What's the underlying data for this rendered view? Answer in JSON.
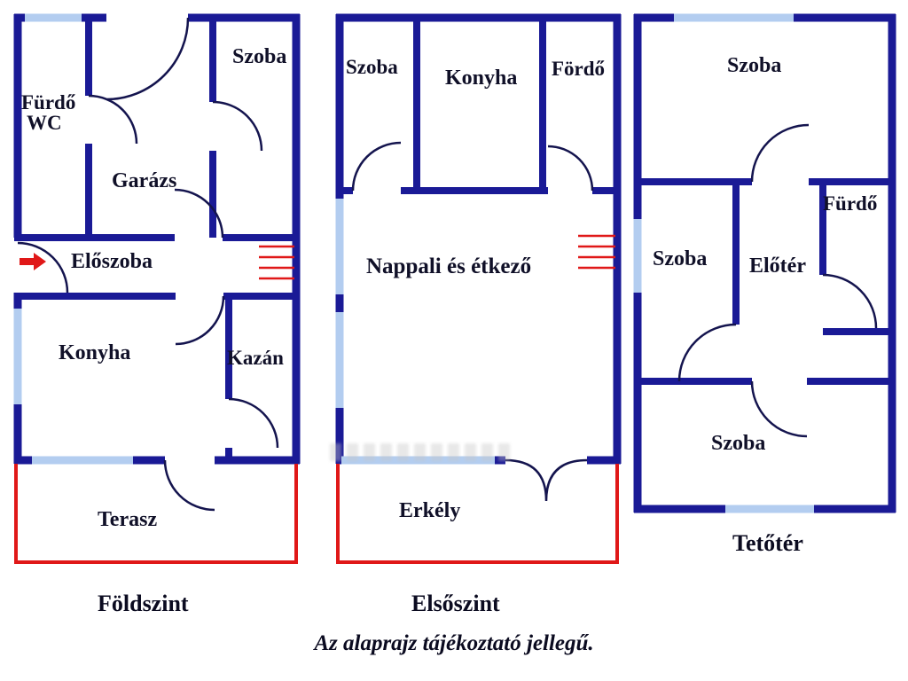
{
  "caption": "Az alaprajz tájékoztató jellegű.",
  "floors": {
    "ground": {
      "name": "Földszint",
      "rooms": {
        "furdo": "Fürdő",
        "wc": "WC",
        "garazs": "Garázs",
        "szoba": "Szoba",
        "eloszoba": "Előszoba",
        "konyha": "Konyha",
        "kazan": "Kazán",
        "terasz": "Terasz"
      }
    },
    "first": {
      "name": "Elsőszint",
      "rooms": {
        "szoba": "Szoba",
        "konyha": "Konyha",
        "fordo": "Fördő",
        "nappali": "Nappali és étkező",
        "erkely": "Erkély"
      }
    },
    "attic": {
      "name": "Tetőtér",
      "rooms": {
        "szoba_top": "Szoba",
        "szoba_left": "Szoba",
        "eloter": "Előtér",
        "furdo": "Fürdő",
        "szoba_bottom": "Szoba"
      }
    }
  },
  "colors": {
    "wall": "#1a1a96",
    "window": "#b3cdf0",
    "accent_red": "#e01818",
    "label_text": "#101028"
  }
}
